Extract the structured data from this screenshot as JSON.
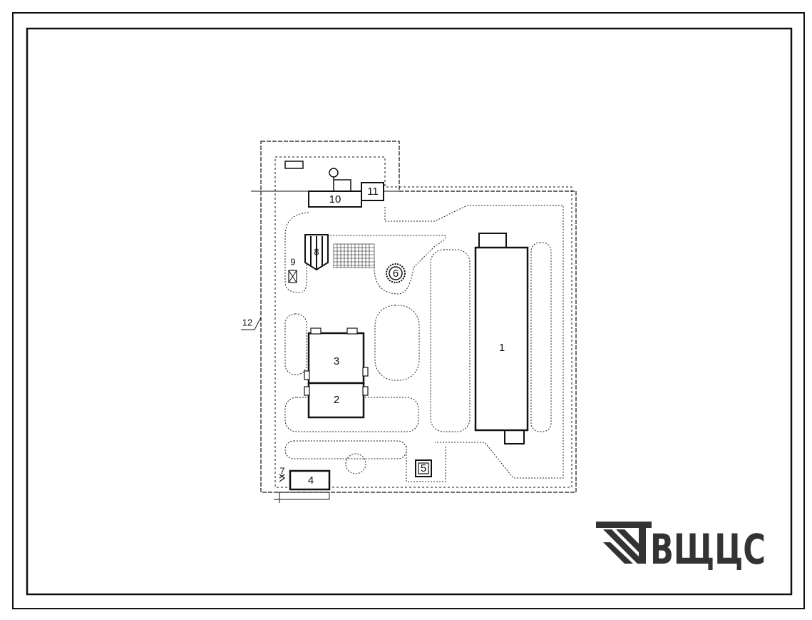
{
  "plan": {
    "labels": {
      "b1": "1",
      "b2": "2",
      "b3": "3",
      "b4": "4",
      "b5": "5",
      "b6": "6",
      "b7": "7",
      "b8": "8",
      "b9": "9",
      "b10": "10",
      "b11": "11",
      "b12": "12"
    }
  },
  "logo": {
    "text": "ВЩЦС"
  },
  "colors": {
    "line": "#111111",
    "logo": "#333333"
  }
}
